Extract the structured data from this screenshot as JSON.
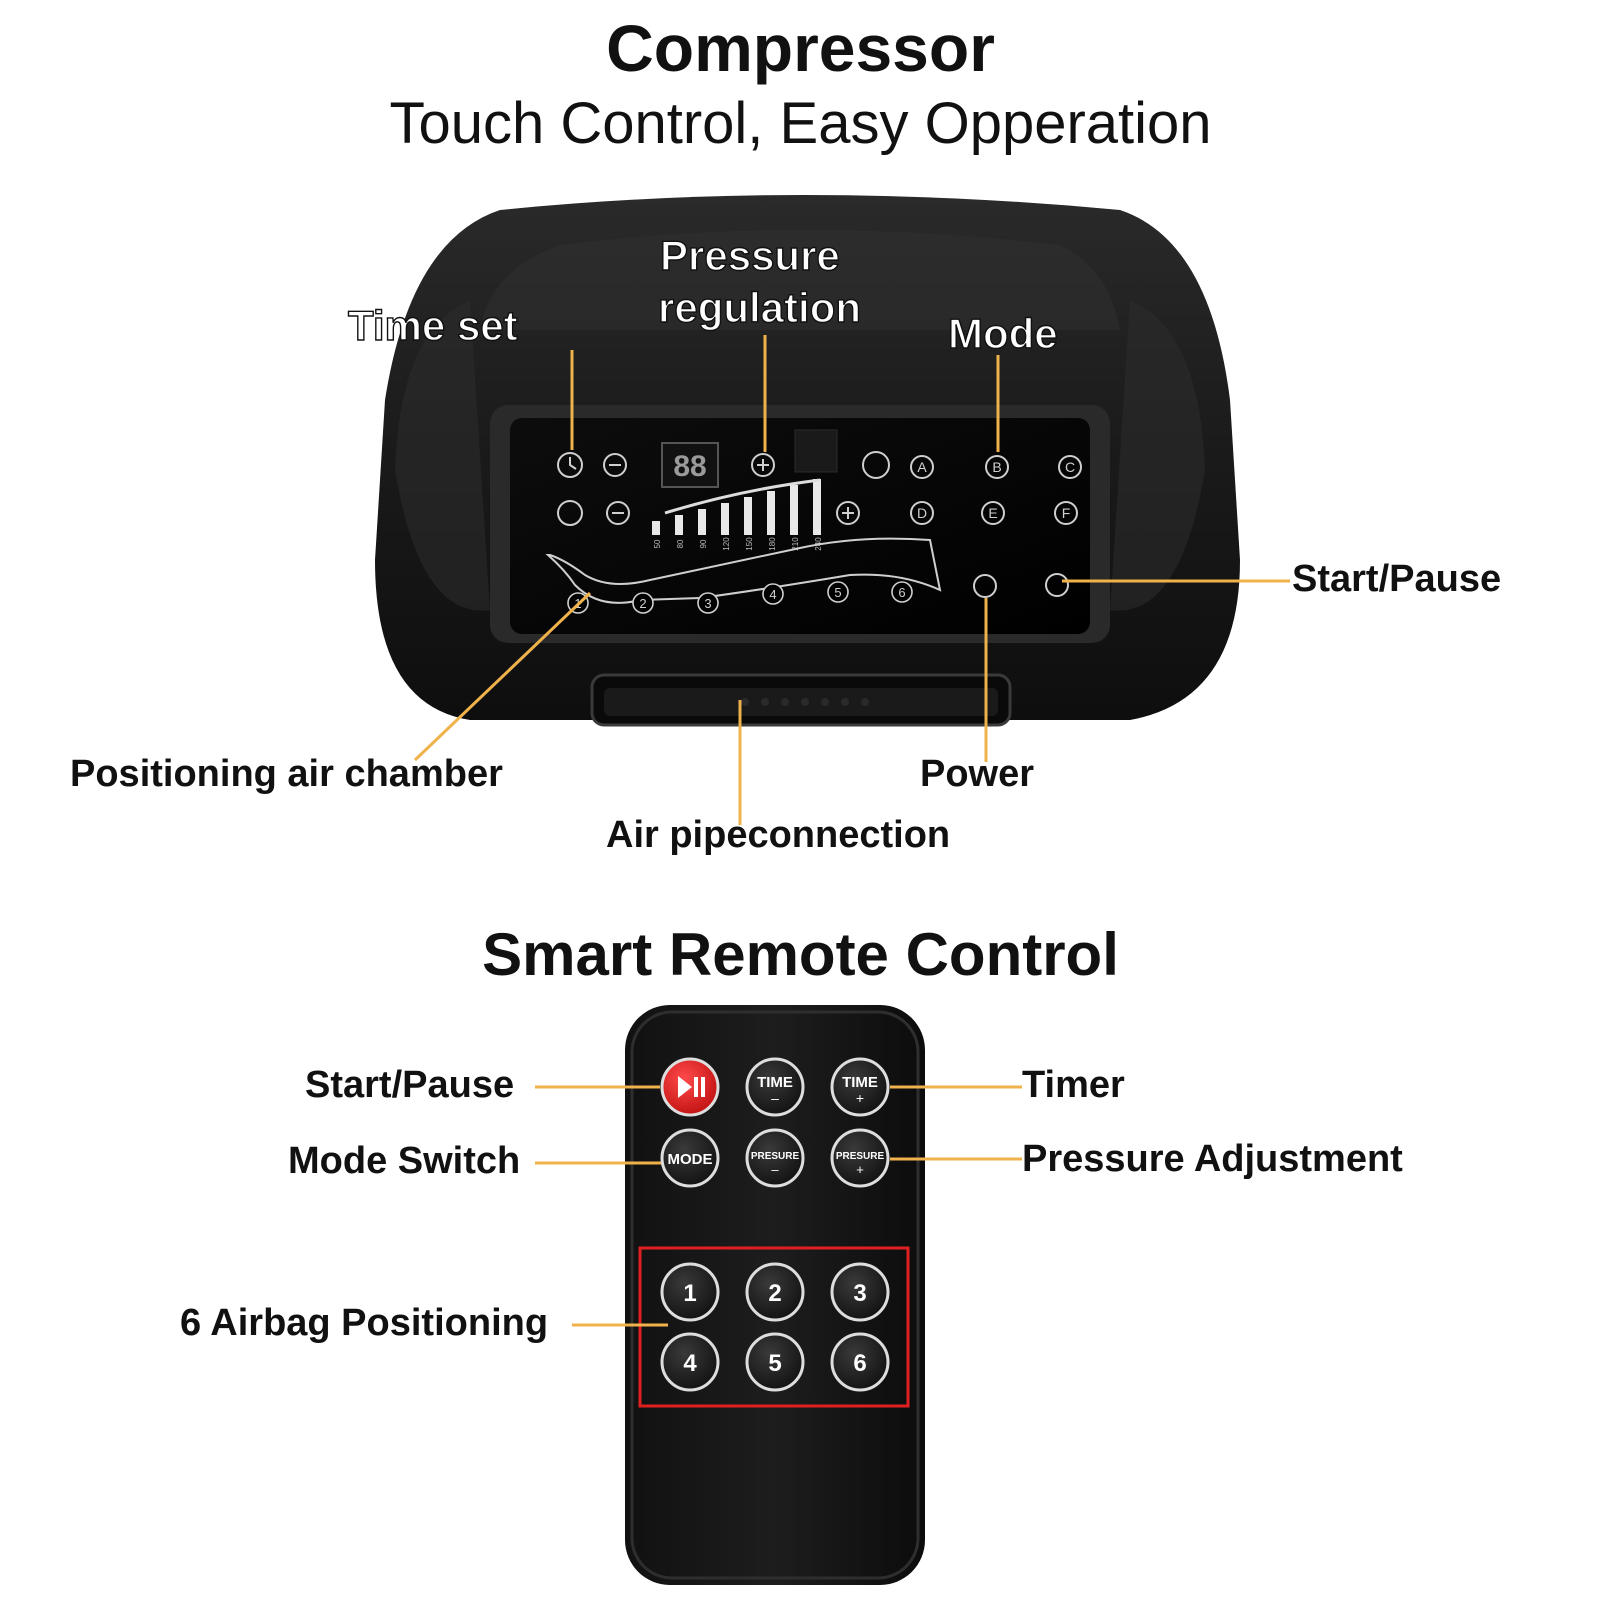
{
  "header": {
    "title": "Compressor",
    "subtitle": "Touch Control, Easy Opperation"
  },
  "compressor": {
    "callouts": {
      "time_set": "Time set",
      "pressure_regulation_line1": "Pressure",
      "pressure_regulation_line2": "regulation",
      "mode": "Mode",
      "start_pause": "Start/Pause",
      "positioning_air_chamber": "Positioning air chamber",
      "power": "Power",
      "air_pipe_connection": "Air pipeconnection"
    },
    "panel": {
      "display": "88",
      "mode_buttons": [
        "A",
        "B",
        "C",
        "D",
        "E",
        "F"
      ],
      "pressure_levels": [
        "50",
        "80",
        "90",
        "120",
        "150",
        "180",
        "210",
        "240"
      ],
      "chambers": [
        "1",
        "2",
        "3",
        "4",
        "5",
        "6"
      ]
    }
  },
  "remote": {
    "title": "Smart Remote Control",
    "callouts": {
      "start_pause": "Start/Pause",
      "mode_switch": "Mode Switch",
      "timer": "Timer",
      "pressure_adjustment": "Pressure Adjustment",
      "airbag_positioning": "6 Airbag Positioning"
    },
    "buttons": {
      "time_minus": "TIME",
      "time_plus": "TIME",
      "mode": "MODE",
      "pressure_minus": "PRESURE",
      "pressure_plus": "PRESURE"
    },
    "number_buttons": [
      "1",
      "2",
      "3",
      "4",
      "5",
      "6"
    ]
  },
  "colors": {
    "callout_line": "#f0b24a",
    "device_body": "#1c1c1c",
    "remote_red_button": "#e02020",
    "highlight_box": "#e02020"
  }
}
